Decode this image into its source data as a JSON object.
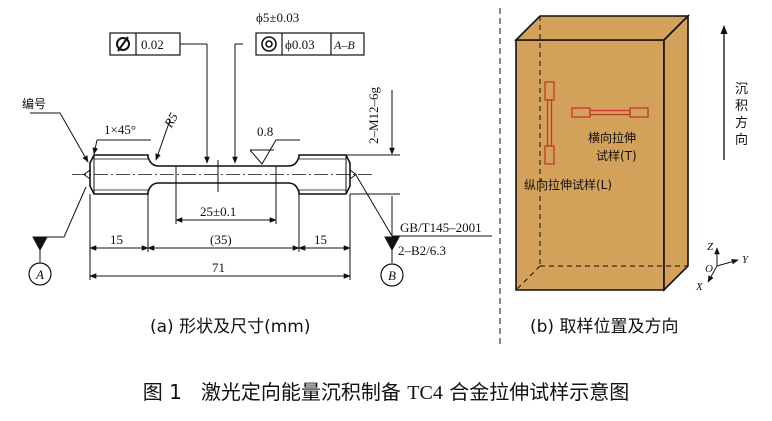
{
  "part_a": {
    "gdt_flatness": {
      "value": "0.02"
    },
    "gdt_coaxiality": {
      "value": "ϕ0.03",
      "datum": "A–B"
    },
    "dia_reduced": "ϕ5±0.03",
    "label_number": "编号",
    "chamfer": "1×45°",
    "radius": "R5",
    "thread": "2–M12–6g",
    "roughness_value": "0.8",
    "dim_gauge": "25±0.1",
    "dim_parallel": "(35)",
    "dim_left": "15",
    "dim_right": "15",
    "dim_total": "71",
    "center_hole_std": "GB/T145–2001",
    "center_hole_spec": "2–B2/6.3",
    "datum_a": "A",
    "datum_b": "B",
    "caption": "(a) 形状及尺寸(mm)"
  },
  "part_b": {
    "direction_label": [
      "沉",
      "积",
      "方",
      "向"
    ],
    "transverse_label": [
      "横向拉伸",
      "试样(T)"
    ],
    "longitudinal_label": "纵向拉伸试样(L)",
    "axes": {
      "z": "Z",
      "o": "O",
      "y": "Y",
      "x": "X"
    },
    "caption": "(b) 取样位置及方向",
    "block_color": "#D4A15A"
  },
  "figure_caption": {
    "number": "图 1",
    "text_before": "激光定向能量沉积制备 ",
    "alloy": "TC4",
    "text_after": " 合金拉伸试样示意图"
  }
}
